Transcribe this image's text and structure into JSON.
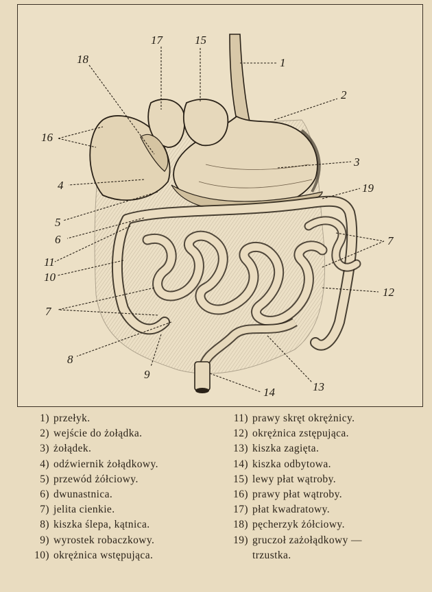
{
  "figure": {
    "callout_numbers": [
      "1",
      "2",
      "3",
      "4",
      "5",
      "6",
      "7",
      "8",
      "9",
      "10",
      "11",
      "12",
      "13",
      "14",
      "15",
      "16",
      "17",
      "18",
      "19"
    ]
  },
  "legend": {
    "left": [
      {
        "n": "1)",
        "t": "przełyk."
      },
      {
        "n": "2)",
        "t": "wejście do żołądka."
      },
      {
        "n": "3)",
        "t": "żołądek."
      },
      {
        "n": "4)",
        "t": "odźwiernik żołądkowy."
      },
      {
        "n": "5)",
        "t": "przewód żółciowy."
      },
      {
        "n": "6)",
        "t": "dwunastnica."
      },
      {
        "n": "7)",
        "t": "jelita cienkie."
      },
      {
        "n": "8)",
        "t": "kiszka ślepa, kątnica."
      },
      {
        "n": "9)",
        "t": "wyrostek robaczkowy."
      },
      {
        "n": "10)",
        "t": "okrężnica wstępująca."
      }
    ],
    "right": [
      {
        "n": "11)",
        "t": "prawy skręt okrężnicy."
      },
      {
        "n": "12)",
        "t": "okrężnica zstępująca."
      },
      {
        "n": "13)",
        "t": "kiszka zagięta."
      },
      {
        "n": "14)",
        "t": "kiszka odbytowa."
      },
      {
        "n": "15)",
        "t": "lewy płat wątroby."
      },
      {
        "n": "16)",
        "t": "prawy płat wątroby."
      },
      {
        "n": "17)",
        "t": "płat kwadratowy."
      },
      {
        "n": "18)",
        "t": "pęcherzyk żółciowy."
      },
      {
        "n": "19)",
        "t": "gruczoł zażołądkowy —"
      }
    ],
    "right_continuation": "trzustka."
  }
}
